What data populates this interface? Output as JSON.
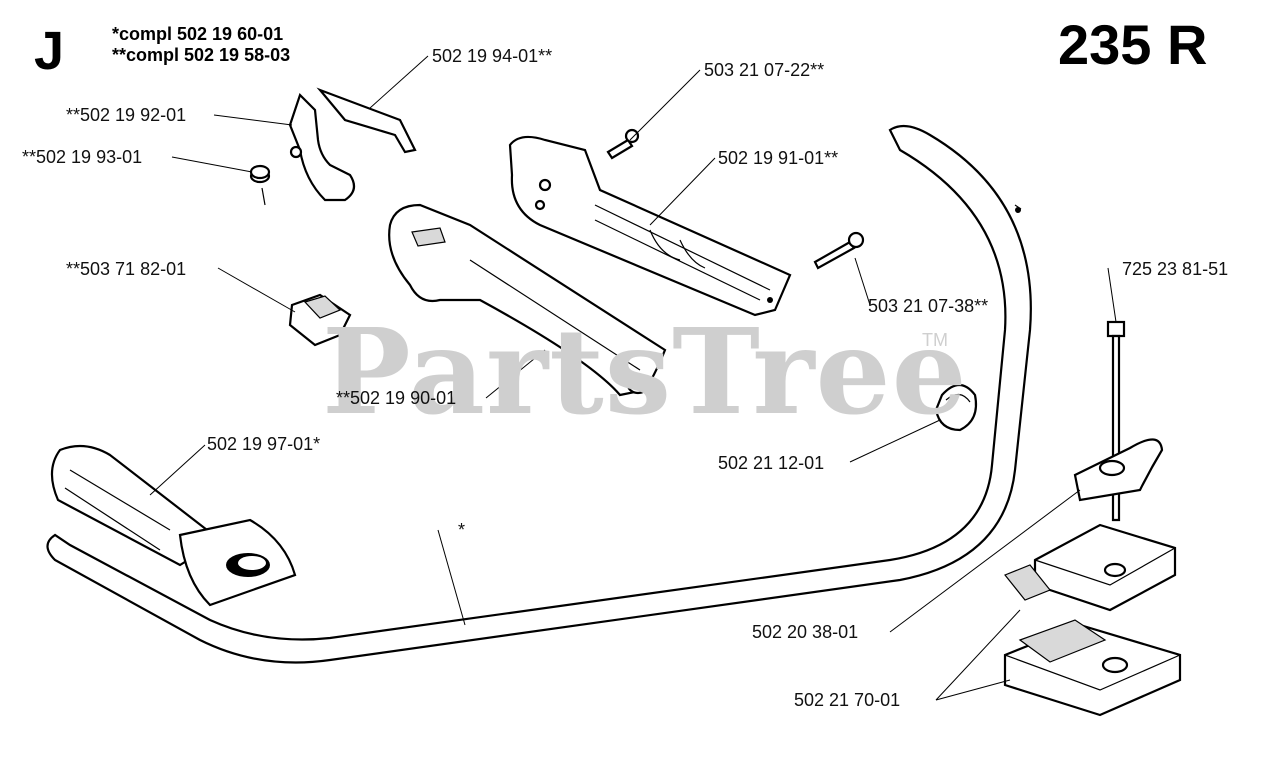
{
  "header": {
    "section_letter": "J",
    "model": "235 R",
    "compl_notes": [
      "*compl 502 19 60-01",
      "**compl 502 19 58-03"
    ]
  },
  "watermark": {
    "text": "PartsTree",
    "tm": "TM"
  },
  "parts": [
    "502 19 94-01**",
    "**502 19 92-01",
    "**502 19 93-01",
    "503 21 07-22**",
    "502 19 91-01**",
    "503 21 07-38**",
    "**503 71 82-01",
    "**502 19 90-01",
    "725 23 81-51",
    "502 19 97-01*",
    "502 21 12-01",
    "*",
    "502 20 38-01",
    "502 21 70-01"
  ]
}
